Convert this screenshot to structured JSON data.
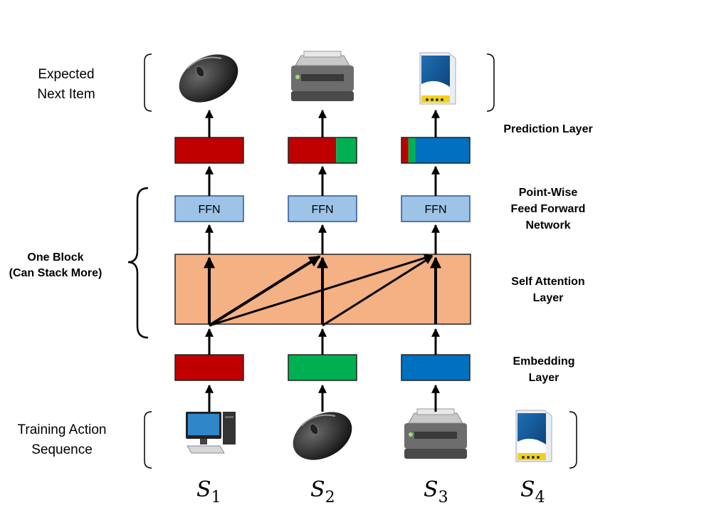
{
  "labels": {
    "expected_next_item": [
      "Expected",
      "Next Item"
    ],
    "training_action_sequence": [
      "Training Action",
      "Sequence"
    ],
    "one_block": [
      "One Block",
      "(Can Stack More)"
    ],
    "prediction_layer": "Prediction Layer",
    "point_wise_ffn": [
      "Point-Wise",
      "Feed Forward",
      "Network"
    ],
    "self_attention_layer": [
      "Self Attention",
      "Layer"
    ],
    "embedding_layer": [
      "Embedding",
      "Layer"
    ]
  },
  "ffn_label": "FFN",
  "sequence": [
    {
      "base": "S",
      "sub": "1",
      "item": "computer"
    },
    {
      "base": "S",
      "sub": "2",
      "item": "mouse"
    },
    {
      "base": "S",
      "sub": "3",
      "item": "printer"
    },
    {
      "base": "S",
      "sub": "4",
      "item": "paper"
    }
  ],
  "predicted_items": [
    "mouse",
    "printer",
    "paper"
  ],
  "colors": {
    "red": "#c00000",
    "green": "#00b050",
    "blue": "#0070c0",
    "ffn_fill": "#9dc3e6",
    "ffn_stroke": "#2f5597",
    "attention_fill": "#f4b183"
  },
  "embedding_colors": [
    "red",
    "green",
    "blue"
  ],
  "prediction_mix": [
    [
      {
        "color": "red",
        "share": 1.0
      }
    ],
    [
      {
        "color": "red",
        "share": 0.7
      },
      {
        "color": "green",
        "share": 0.3
      }
    ],
    [
      {
        "color": "red",
        "share": 0.1
      },
      {
        "color": "green",
        "share": 0.1
      },
      {
        "color": "blue",
        "share": 0.8
      }
    ]
  ]
}
